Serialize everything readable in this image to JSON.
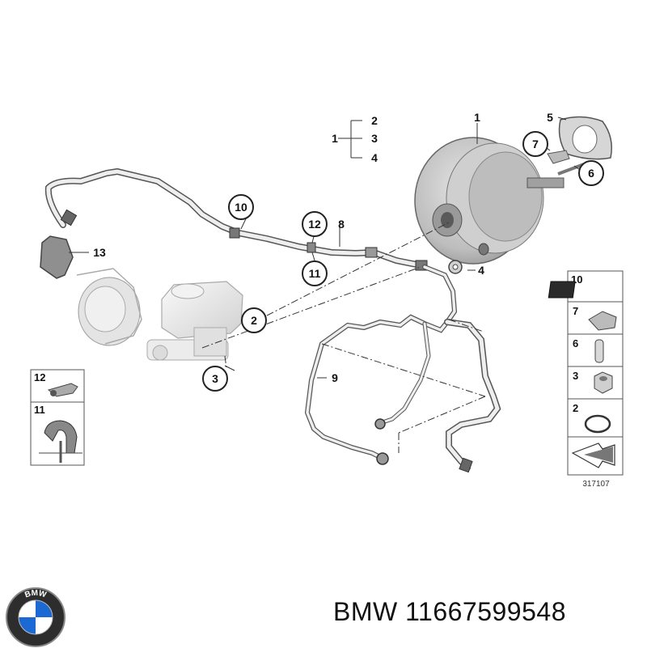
{
  "diagram": {
    "callouts": {
      "c1": "1",
      "c2": "2",
      "c3": "3",
      "c4": "4",
      "c5": "5",
      "c6": "6",
      "c7": "7",
      "c8": "8",
      "c9": "9",
      "c10": "10",
      "c11": "11",
      "c12": "12",
      "c13": "13"
    },
    "group": {
      "parent": "1",
      "children": [
        "2",
        "3",
        "4"
      ]
    },
    "legend_right": [
      "10",
      "7",
      "6",
      "3",
      "2"
    ],
    "legend_left": [
      "12",
      "11"
    ],
    "diagram_code": "317107"
  },
  "logo": {
    "text": "BMW"
  },
  "caption": {
    "brand": "BMW",
    "part_number": "11667599548"
  },
  "colors": {
    "line": "#555555",
    "part": "#c8c8c8",
    "part_dark": "#8a8a8a",
    "bmw_blue": "#1c69d4"
  }
}
